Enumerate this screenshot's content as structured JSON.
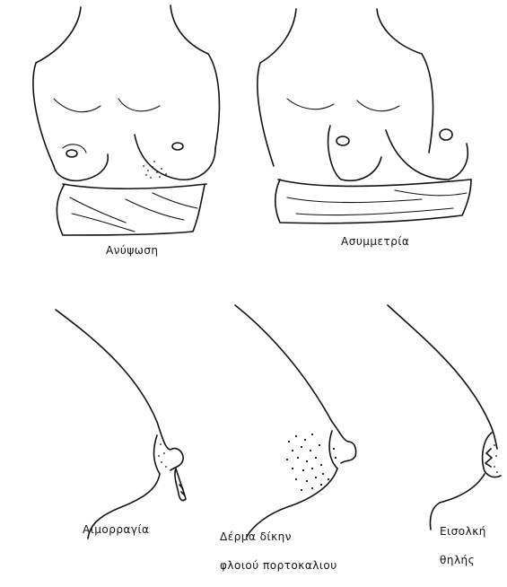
{
  "panels": [
    {
      "id": "anypsosi",
      "caption": "Ανύψωση",
      "view": "front"
    },
    {
      "id": "asymmetria",
      "caption": "Ασυμμετρία",
      "view": "front"
    },
    {
      "id": "aimorragia",
      "caption": "Αιμορραγία",
      "view": "side"
    },
    {
      "id": "derma-fotou",
      "caption_lines": [
        "Δέρμα δίκην",
        "φλοιού πορτοκαλιου"
      ],
      "view": "side"
    },
    {
      "id": "eisolkisi",
      "caption_lines": [
        "Εισολκή",
        "θηλής"
      ],
      "view": "side"
    }
  ]
}
